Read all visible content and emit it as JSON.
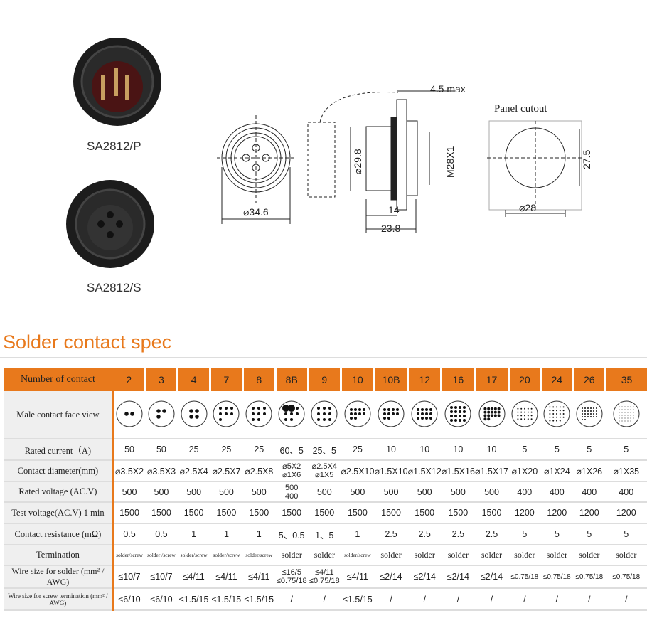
{
  "products": [
    {
      "model": "SA2812/P"
    },
    {
      "model": "SA2812/S"
    }
  ],
  "drawing": {
    "front_diameter": "⌀34.6",
    "body_diameter": "⌀29.8",
    "thread": "M28X1",
    "panel_thickness": "4.5 max",
    "length_a": "14",
    "length_b": "23.8",
    "panel_cutout_title": "Panel cutout",
    "cutout_diameter": "⌀28",
    "cutout_flat": "27.5"
  },
  "section_title": "Solder contact spec",
  "table": {
    "header_label": "Number of contact",
    "contacts": [
      "2",
      "3",
      "4",
      "7",
      "8",
      "8B",
      "9",
      "10",
      "10B",
      "12",
      "16",
      "17",
      "20",
      "24",
      "26",
      "35"
    ],
    "face_view_label": "Male  contact  face  view",
    "rows": [
      {
        "label": "Rated current（A)",
        "values": [
          "50",
          "50",
          "25",
          "25",
          "25",
          "60、5",
          "25、5",
          "25",
          "10",
          "10",
          "10",
          "10",
          "5",
          "5",
          "5",
          "5"
        ]
      },
      {
        "label": "Contact diameter(mm)",
        "values": [
          "⌀3.5X2",
          "⌀3.5X3",
          "⌀2.5X4",
          "⌀2.5X7",
          "⌀2.5X8",
          "⌀5X2\n⌀1X6",
          "⌀2.5X4\n⌀1X5",
          "⌀2.5X10",
          "⌀1.5X10",
          "⌀1.5X12",
          "⌀1.5X16",
          "⌀1.5X17",
          "⌀1X20",
          "⌀1X24",
          "⌀1X26",
          "⌀1X35"
        ]
      },
      {
        "label": "Rated voltage (AC.V)",
        "values": [
          "500",
          "500",
          "500",
          "500",
          "500",
          "500\n400",
          "500",
          "500",
          "500",
          "500",
          "500",
          "500",
          "400",
          "400",
          "400",
          "400"
        ]
      },
      {
        "label": "Test voltage(AC.V) 1 min",
        "values": [
          "1500",
          "1500",
          "1500",
          "1500",
          "1500",
          "1500",
          "1500",
          "1500",
          "1500",
          "1500",
          "1500",
          "1500",
          "1200",
          "1200",
          "1200",
          "1200"
        ]
      },
      {
        "label": "Contact resistance (mΩ)",
        "values": [
          "0.5",
          "0.5",
          "1",
          "1",
          "1",
          "5、0.5",
          "1、5",
          "1",
          "2.5",
          "2.5",
          "2.5",
          "2.5",
          "5",
          "5",
          "5",
          "5"
        ]
      },
      {
        "label": "Termination",
        "values": [
          "solder/screw",
          "solder /screw",
          "solder/screw",
          "solder/screw",
          "solder/screw",
          "solder",
          "solder",
          "solder/screw",
          "solder",
          "solder",
          "solder",
          "solder",
          "solder",
          "solder",
          "solder",
          "solder"
        ]
      },
      {
        "label": "Wire size for solder (mm² / AWG)",
        "values": [
          "≤10/7",
          "≤10/7",
          "≤4/11",
          "≤4/11",
          "≤4/11",
          "≤16/5\n≤0.75/18",
          "≤4/11\n≤0.75/18",
          "≤4/11",
          "≤2/14",
          "≤2/14",
          "≤2/14",
          "≤2/14",
          "≤0.75/18",
          "≤0.75/18",
          "≤0.75/18",
          "≤0.75/18"
        ]
      },
      {
        "label": "Wire size for screw termination (mm² / AWG)",
        "values": [
          "≤6/10",
          "≤6/10",
          "≤1.5/15",
          "≤1.5/15",
          "≤1.5/15",
          "/",
          "/",
          "≤1.5/15",
          "/",
          "/",
          "/",
          "/",
          "/",
          "/",
          "/",
          "/"
        ]
      }
    ]
  },
  "colors": {
    "accent": "#e8791c",
    "label_bg": "#efefef"
  }
}
